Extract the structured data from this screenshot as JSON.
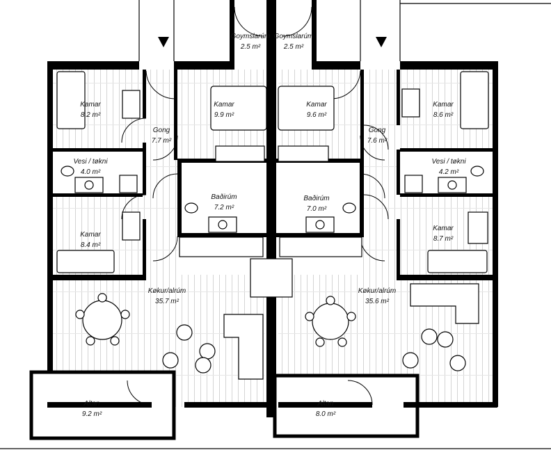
{
  "title": "Floor plan - two apartments",
  "left_unit": {
    "rooms": [
      {
        "name": "Kamar",
        "area": "8.2 m²"
      },
      {
        "name": "Gong",
        "area": "7.7 m²"
      },
      {
        "name": "Kamar",
        "area": "9.9 m²"
      },
      {
        "name": "Vesi / tøkni",
        "area": "4.0 m²"
      },
      {
        "name": "Baðirúm",
        "area": "7.2 m²"
      },
      {
        "name": "Kamar",
        "area": "8.4 m²"
      },
      {
        "name": "Køkur/alrúm",
        "area": "35.7 m²"
      },
      {
        "name": "Altan",
        "area": "9.2 m²"
      },
      {
        "name": "Goymslarúm",
        "area": "2.5 m²"
      }
    ]
  },
  "right_unit": {
    "rooms": [
      {
        "name": "Kamar",
        "area": "9.6 m²"
      },
      {
        "name": "Gong",
        "area": "7.6 m²"
      },
      {
        "name": "Kamar",
        "area": "8.6 m²"
      },
      {
        "name": "Vesi / tøkni",
        "area": "4.2 m²"
      },
      {
        "name": "Baðirúm",
        "area": "7.0 m²"
      },
      {
        "name": "Kamar",
        "area": "8.7 m²"
      },
      {
        "name": "Køkur/alrúm",
        "area": "35.6 m²"
      },
      {
        "name": "Altan",
        "area": "8.0 m²"
      },
      {
        "name": "Goymslarúm",
        "area": "2.5 m²"
      }
    ]
  }
}
